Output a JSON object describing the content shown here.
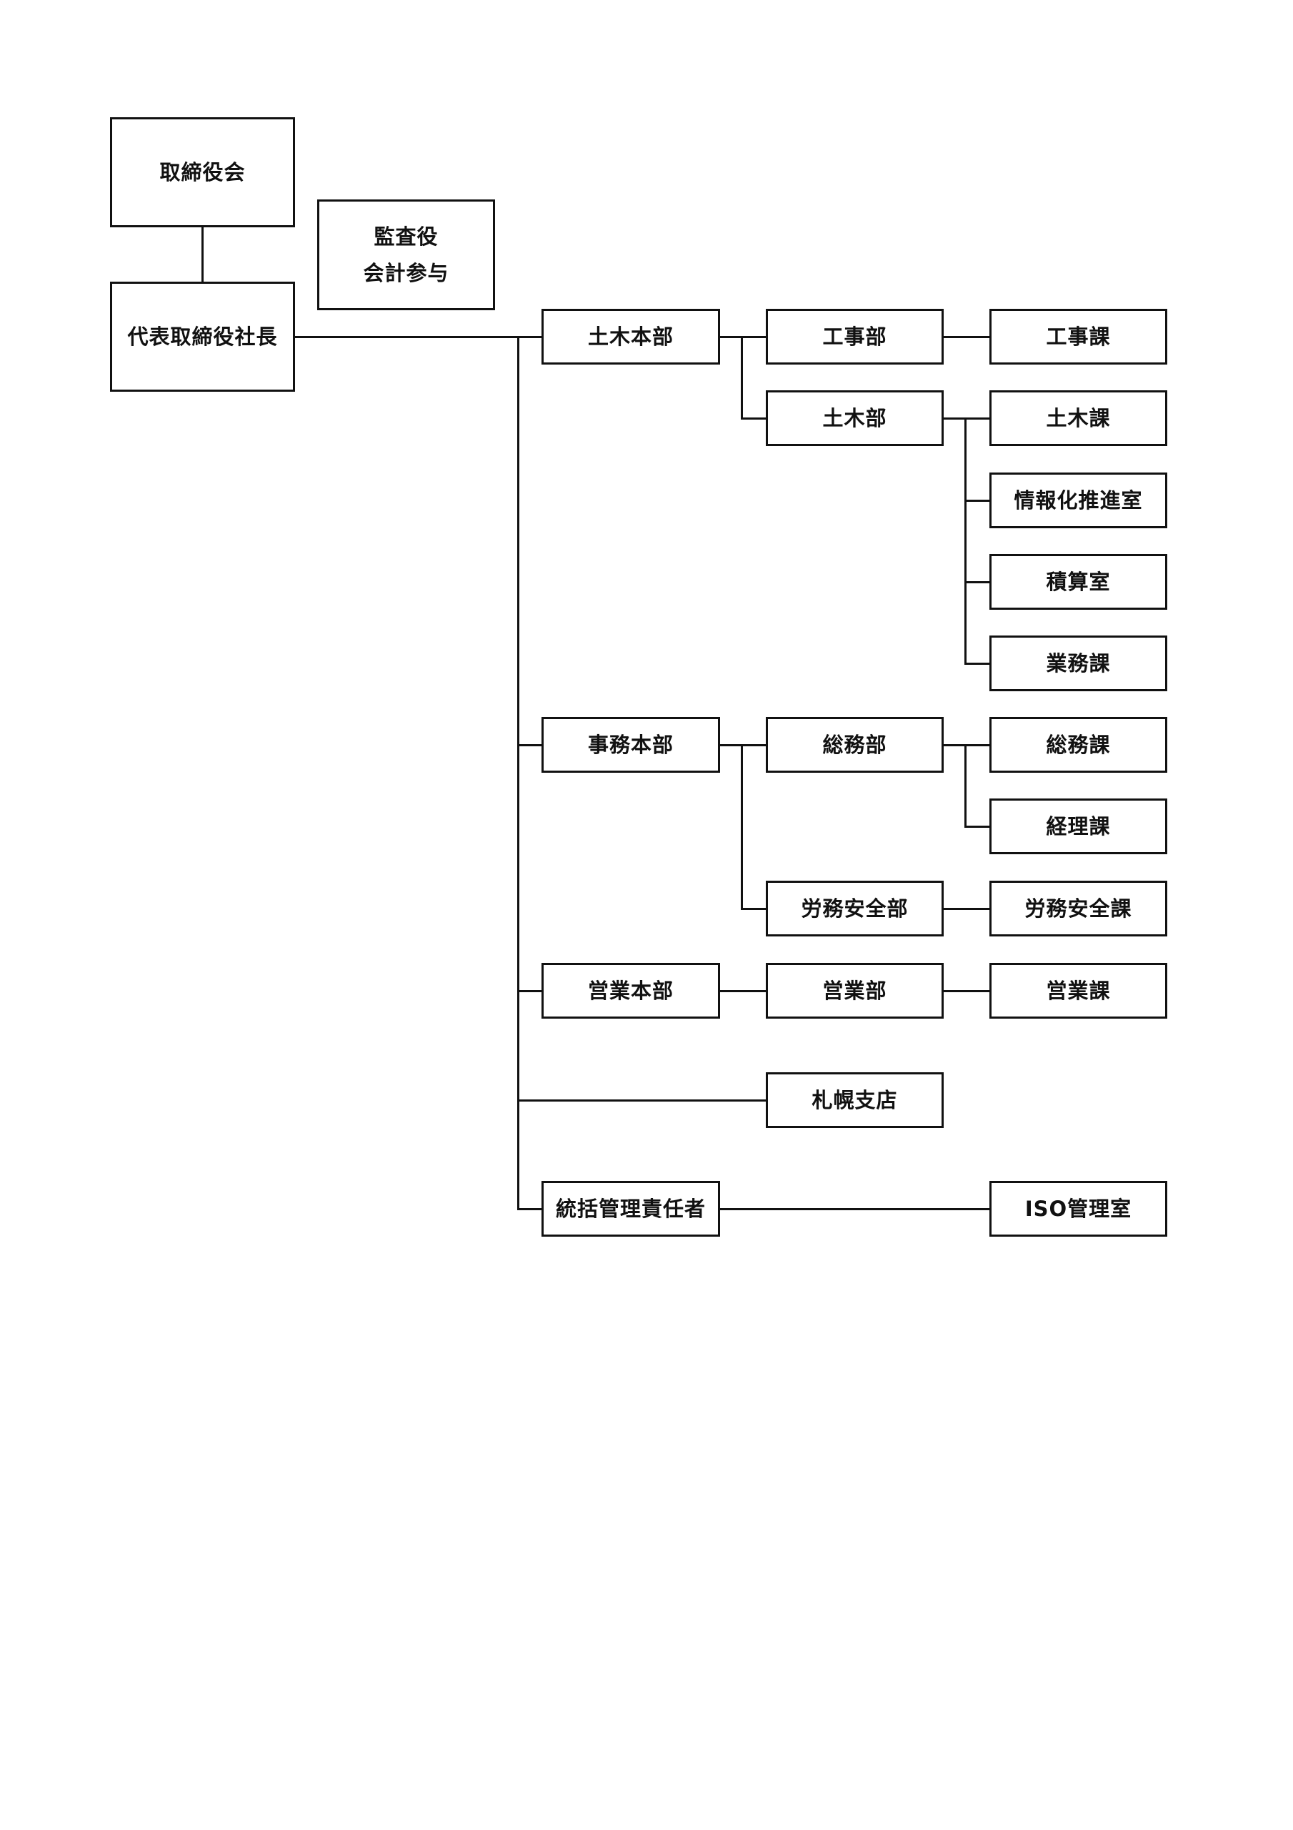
{
  "org_chart": {
    "board": "取締役会",
    "auditor": [
      "監査役",
      "会計参与"
    ],
    "president": "代表取締役社長",
    "divisions": {
      "civil_hq": {
        "name": "土木本部",
        "construction_dept": {
          "name": "工事部",
          "sections": [
            "工事課"
          ]
        },
        "civil_dept": {
          "name": "土木部",
          "sections": [
            "土木課",
            "情報化推進室",
            "積算室",
            "業務課"
          ]
        }
      },
      "admin_hq": {
        "name": "事務本部",
        "general_affairs_dept": {
          "name": "総務部",
          "sections": [
            "総務課",
            "経理課"
          ]
        },
        "labor_safety_dept": {
          "name": "労務安全部",
          "sections": [
            "労務安全課"
          ]
        }
      },
      "sales_hq": {
        "name": "営業本部",
        "sales_dept": {
          "name": "営業部",
          "sections": [
            "営業課"
          ]
        }
      },
      "sapporo_branch": {
        "name": "札幌支店"
      },
      "compliance": {
        "name": "統括管理責任者",
        "office": "ISO管理室"
      }
    }
  }
}
